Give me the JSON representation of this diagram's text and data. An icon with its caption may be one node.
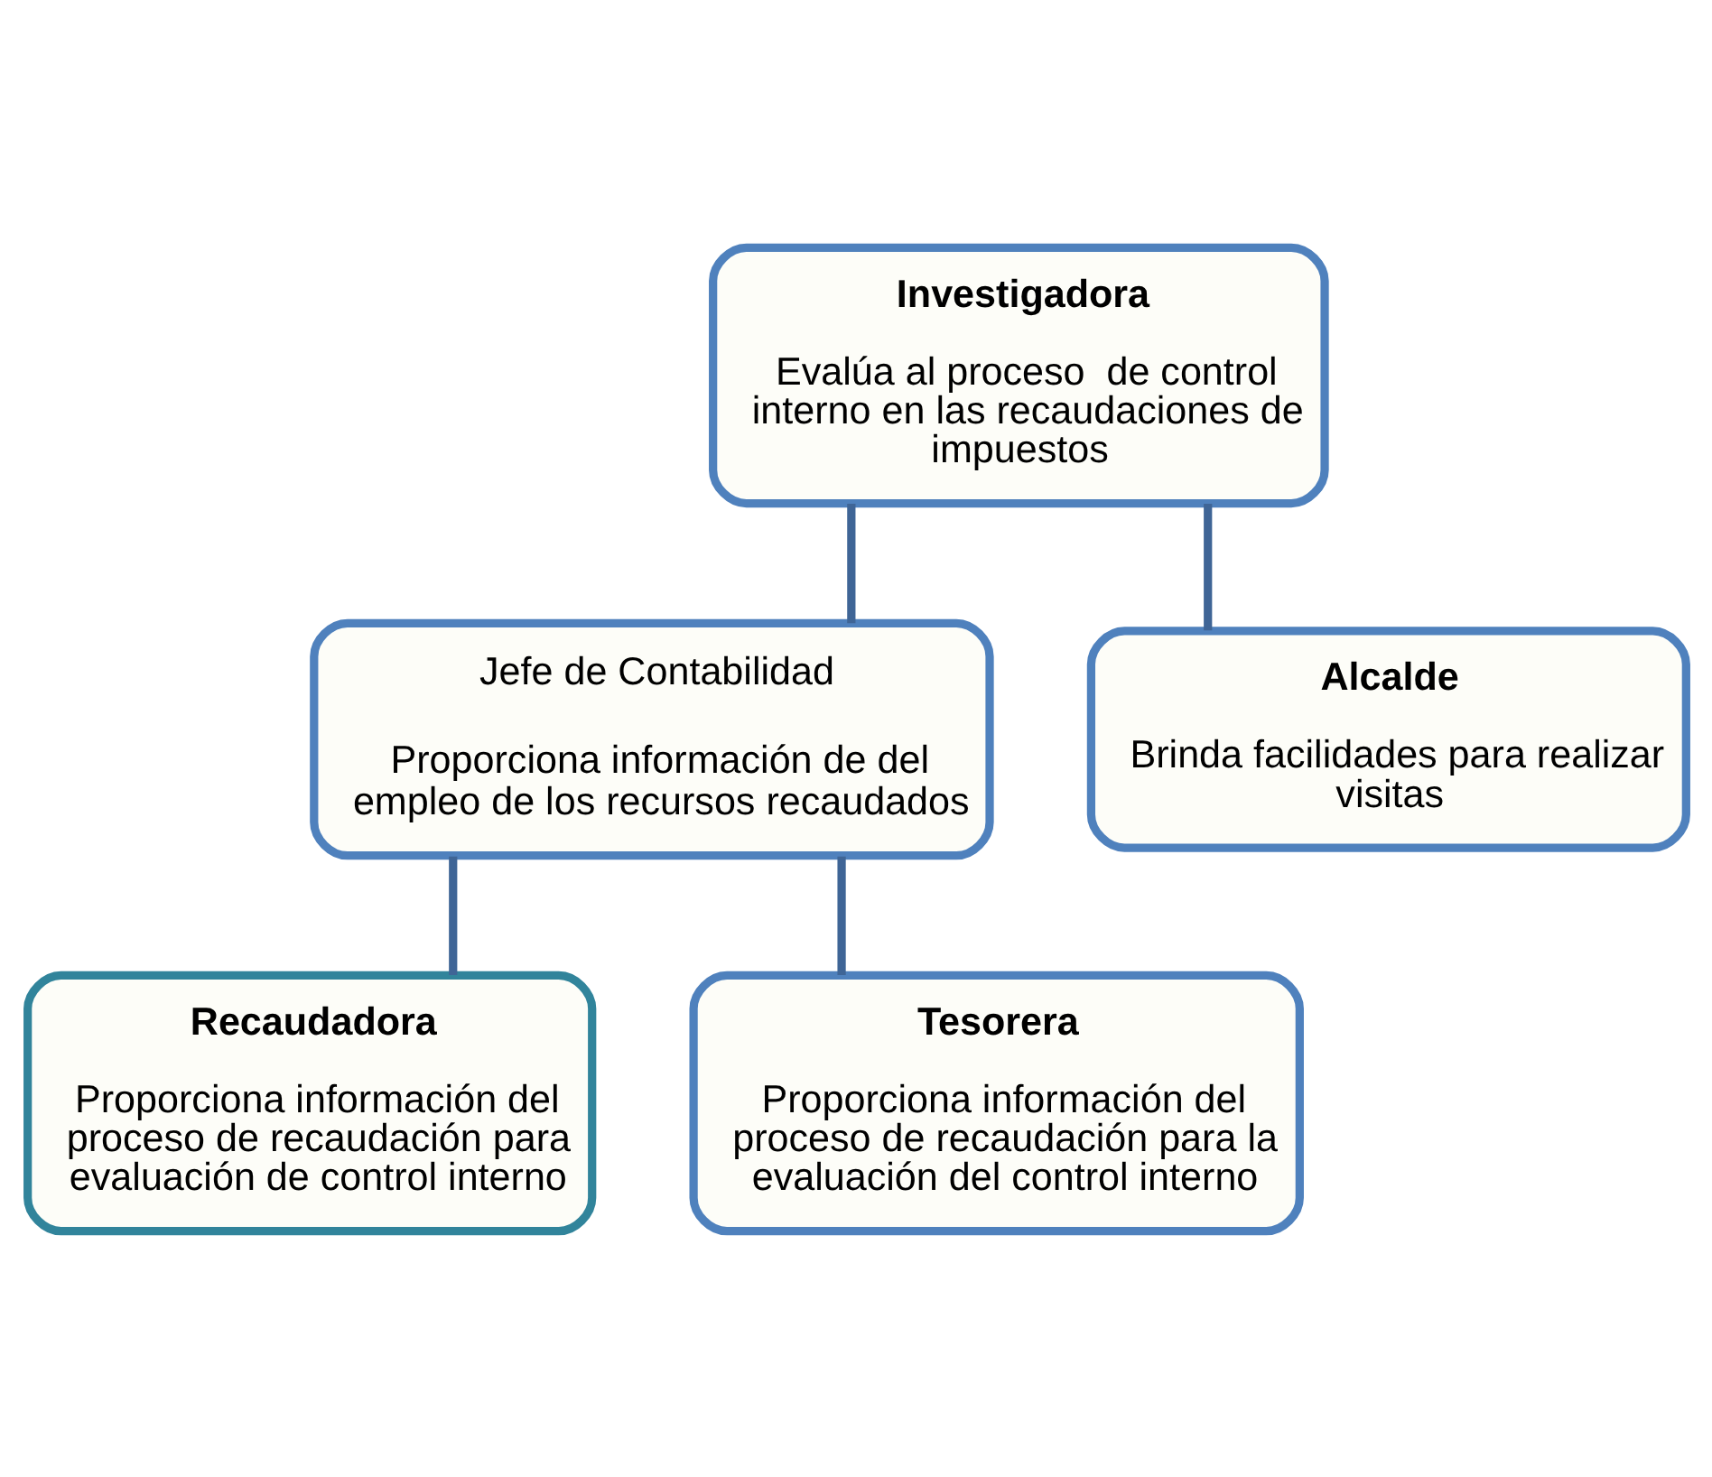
{
  "diagram": {
    "nodes": [
      {
        "text": [
          "Investigadora",
          "Evalúa al proceso  de control interno en las recaudaciones de impuestos"
        ]
      },
      {
        "text": [
          "Jefe de Contabilidad",
          "Proporciona información de del empleo de los recursos recaudados"
        ]
      },
      {
        "text": [
          "Alcalde",
          "Brinda facilidades para realizar visitas"
        ]
      },
      {
        "text": [
          "Recaudadora",
          "Proporciona información del proceso de recaudación para evaluación de control interno"
        ]
      },
      {
        "text": [
          "Tesorera",
          "Proporciona información del proceso de recaudación para la evaluación del control interno"
        ]
      }
    ],
    "edges": [
      {
        "from": 0,
        "to": 1,
        "arrow": "none"
      },
      {
        "from": 0,
        "to": 2,
        "arrow": "none"
      },
      {
        "from": 1,
        "to": 3,
        "arrow": "none"
      },
      {
        "from": 1,
        "to": 4,
        "arrow": "none"
      }
    ]
  }
}
